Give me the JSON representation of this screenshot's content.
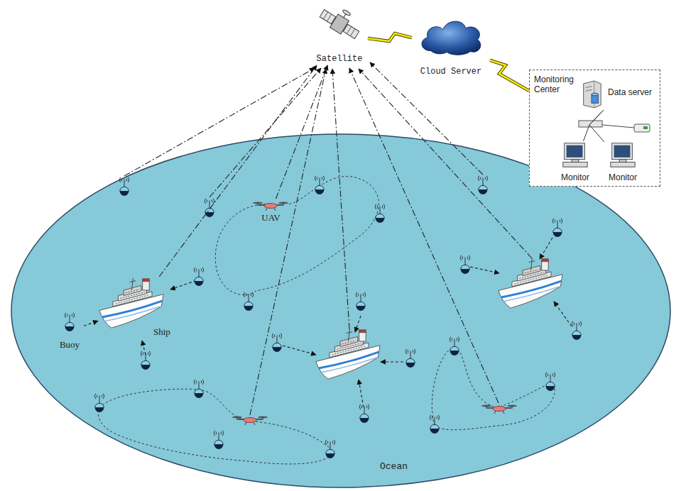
{
  "diagram": {
    "nodes": [
      {
        "text": [
          "Satellite"
        ]
      },
      {
        "text": [
          "Cloud Server"
        ]
      },
      {
        "text": [
          "Monitoring Center"
        ]
      },
      {
        "text": [
          "Data server"
        ],
        "in": 2
      },
      {
        "text": [
          "Monitor"
        ],
        "in": 2
      },
      {
        "text": [
          "Monitor"
        ],
        "in": 2
      },
      {
        "text": [
          "Ocean"
        ]
      },
      {
        "text": [
          "UAV"
        ],
        "in": 6
      },
      {
        "text": [
          "Ship"
        ],
        "in": 6
      },
      {
        "text": [
          "Buoy"
        ],
        "in": 6
      }
    ],
    "edges": [
      {
        "from": 0,
        "to": 1,
        "arrow": "none"
      },
      {
        "from": 1,
        "to": 2,
        "arrow": "none"
      },
      {
        "from": 3,
        "to": 4,
        "arrow": "none"
      },
      {
        "from": 3,
        "to": 5,
        "arrow": "none"
      },
      {
        "from": 7,
        "to": 0,
        "arrow": "to"
      },
      {
        "from": 8,
        "to": 0,
        "arrow": "to"
      },
      {
        "from": 9,
        "to": 8,
        "arrow": "to"
      }
    ]
  }
}
